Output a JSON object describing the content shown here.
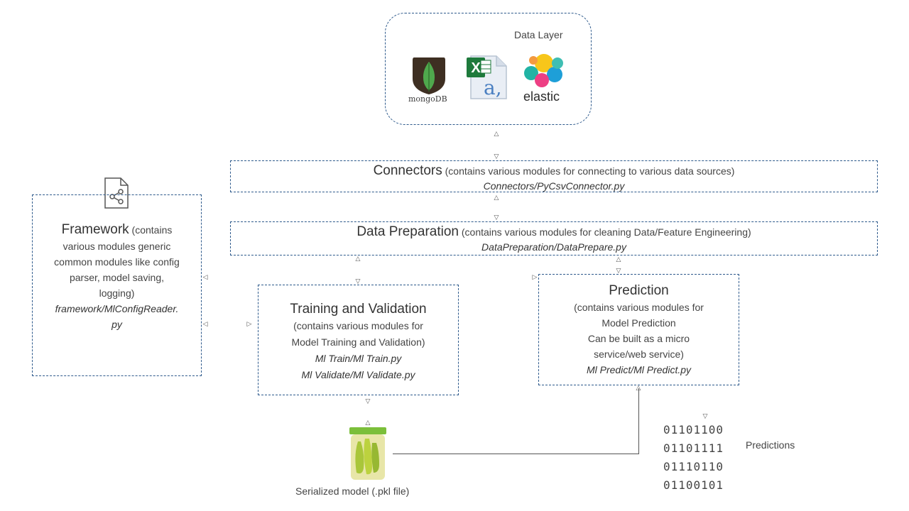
{
  "data_layer": {
    "title": "Data Layer",
    "mongo_label": "mongoDB",
    "excel_letter": "a,",
    "elastic_label": "elastic"
  },
  "connectors": {
    "title": "Connectors",
    "desc": " (contains various modules for connecting to various data sources)",
    "path": "Connectors/PyCsvConnector.py"
  },
  "data_preparation": {
    "title": "Data Preparation",
    "desc": " (contains various modules for cleaning Data/Feature Engineering)",
    "path": "DataPreparation/DataPrepare.py"
  },
  "framework": {
    "title": "Framework",
    "desc_lines": [
      " (contains",
      "various modules generic",
      "common modules like config",
      "parser, model saving,",
      "logging)"
    ],
    "path_lines": [
      "framework/MlConfigReader.",
      "py"
    ]
  },
  "training": {
    "title": "Training and Validation",
    "desc_lines": [
      "(contains various modules for",
      "Model Training and Validation)"
    ],
    "path_lines": [
      "Ml Train/Ml Train.py",
      "Ml Validate/Ml Validate.py"
    ]
  },
  "prediction": {
    "title": "Prediction",
    "desc_lines": [
      "(contains various modules for",
      "Model Prediction",
      "Can be built as a micro",
      "service/web service)"
    ],
    "path_line": "Ml Predict/Ml Predict.py"
  },
  "serialized_model": {
    "label": "Serialized model (.pkl file)"
  },
  "predictions": {
    "label": "Predictions",
    "binary_rows": [
      "01101100",
      "01101111",
      "01110110",
      "01100101"
    ]
  }
}
